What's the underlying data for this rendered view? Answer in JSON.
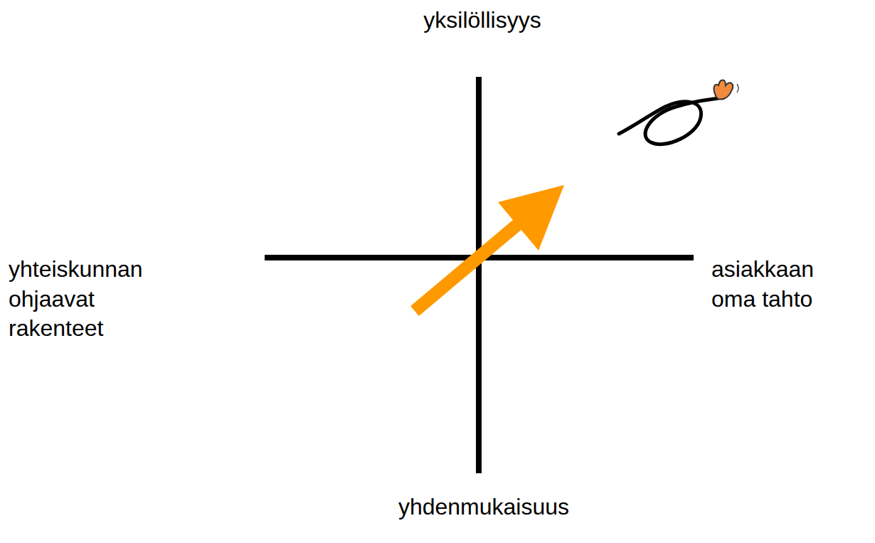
{
  "diagram": {
    "labels": [
      "yksilöllisyys",
      "yhteiskunnan ohjaavat rakenteet",
      "asiakkaan oma tahto",
      "yhdenmukaisuus"
    ]
  }
}
